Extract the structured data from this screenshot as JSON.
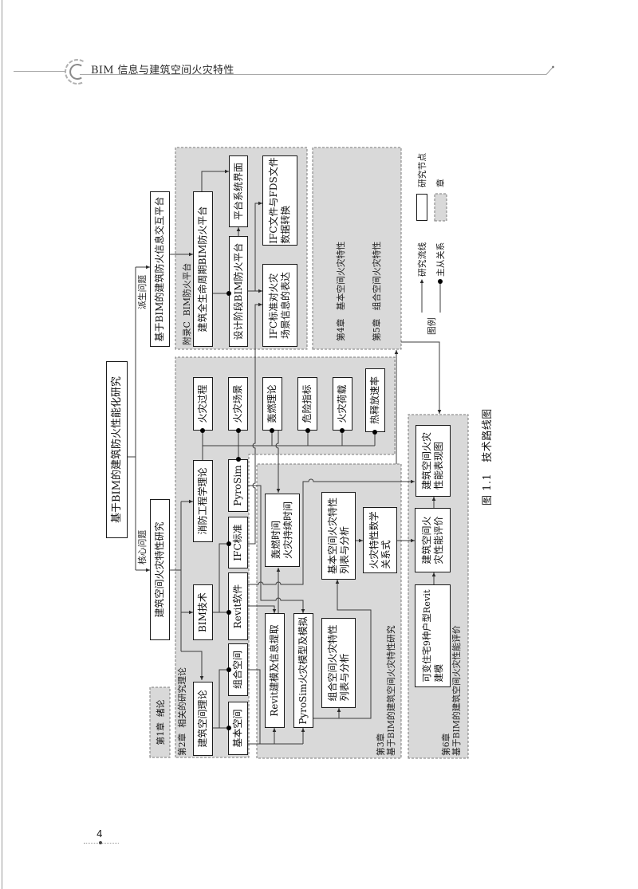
{
  "header": {
    "title": "BIM 信息与建筑空间火灾特性"
  },
  "figure": {
    "caption": "图 1.1   技术路线图",
    "root": "基于BIM的建筑防火性能化研究",
    "branches": {
      "derived_label": "派生问题",
      "core_label": "核心问题"
    },
    "derived_topic": "基于BIM的建筑防火信息交互平台",
    "core_topic": "建筑空间火灾特性研究",
    "chapters": {
      "ch1": "第1章  绪论",
      "ch2": "第2章  相关的研究理论",
      "ch3": "第3章\n基于BIM的建筑空间火灾特性研究",
      "ch4": "第4章   基本空间火灾特性",
      "ch5": "第5章   组合空间火灾特性",
      "ch6": "第6章\n基于BIM的建筑空间火灾性能评价",
      "appendix_c": "附录C  BIM防火平台"
    },
    "nodes": {
      "lifecycle_platform": "建筑全生命周期BIM防火平台",
      "platform_interface": "平台系统界面",
      "design_platform": "设计阶段BIM防火平台",
      "ifc_fds_conversion": "IFC文件与FDS文件\n数据转换",
      "ifc_fire_scene": "IFC标准对火灾\n场景信息的表达",
      "fire_process": "火灾过程",
      "fire_scene": "火灾场景",
      "flashover_theory": "轰燃理论",
      "hazard_index": "危险指标",
      "fire_load": "火灾荷载",
      "heat_release_rate": "热释放速率",
      "fire_eng_theory": "消防工程学理论",
      "pyrosim": "PyroSim",
      "ifc_standard": "IFC标准",
      "bim_tech": "BIM技术",
      "revit": "Revit软件",
      "combined_space": "组合空间",
      "basic_space": "基本空间",
      "arch_space_theory": "建筑空间理论",
      "flashover_time": "轰燃时间\n火灾持续时间",
      "revit_modeling": "Revit建模及信息提取",
      "pyrosim_sim": "PyroSim火灾模型及模拟",
      "basic_analysis": "基本空间火灾特性\n列表与分析",
      "combined_analysis": "组合空间火灾特性\n列表与分析",
      "math_relation": "火灾特性数学\n关系式",
      "performance_map": "建筑空间火灾\n性能表现图",
      "performance_eval": "建筑空间火\n灾性能评价",
      "housing_model": "可变住宅9种户型Revit\n建模"
    },
    "legend": {
      "title": "图例",
      "flow": "研究流线",
      "master_slave": "主从关系",
      "node": "研究节点",
      "chapter": "章"
    },
    "colors": {
      "chapter_fill": "#d9d9d9",
      "node_fill": "#ffffff",
      "line": "#3c3c3c"
    }
  },
  "footer": {
    "page_number": "4"
  }
}
